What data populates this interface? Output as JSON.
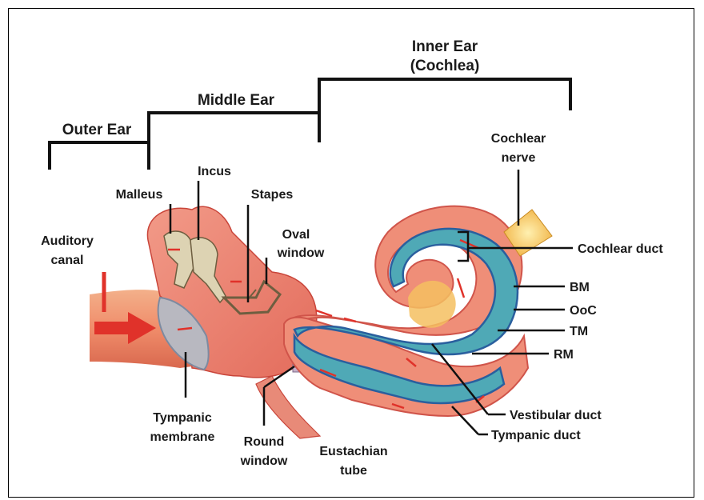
{
  "sections": {
    "outer_ear": "Outer Ear",
    "middle_ear": "Middle Ear",
    "inner_ear_line1": "Inner Ear",
    "inner_ear_line2": "(Cochlea)"
  },
  "labels": {
    "auditory_canal_1": "Auditory",
    "auditory_canal_2": "canal",
    "malleus": "Malleus",
    "incus": "Incus",
    "stapes": "Stapes",
    "oval_window_1": "Oval",
    "oval_window_2": "window",
    "cochlear_nerve_1": "Cochlear",
    "cochlear_nerve_2": "nerve",
    "cochlear_duct": "Cochlear duct",
    "bm": "BM",
    "ooc": "OoC",
    "tm": "TM",
    "rm": "RM",
    "vestibular_duct": "Vestibular duct",
    "tympanic_duct": "Tympanic duct",
    "tympanic_membrane_1": "Tympanic",
    "tympanic_membrane_2": "membrane",
    "round_window_1": "Round",
    "round_window_2": "window",
    "eustachian_tube_1": "Eustachian",
    "eustachian_tube_2": "tube"
  },
  "colors": {
    "tissue": "#e8786a",
    "tissue_dark": "#c9453a",
    "bone": "#d9cfae",
    "duct_teal": "#4fa9b6",
    "duct_blue": "#2a5f9e",
    "arrow_red": "#e0322a",
    "nerve": "#f0b040"
  }
}
